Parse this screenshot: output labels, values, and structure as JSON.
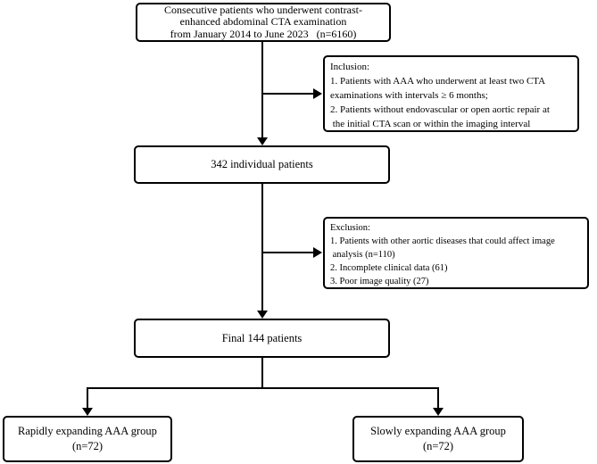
{
  "figure": {
    "type": "patient-flowchart",
    "background_color": "#ffffff",
    "line_color": "#000000",
    "nodes": {
      "source": {
        "lines": [
          "Consecutive patients who underwent contrast-",
          "enhanced abdominal CTA examination",
          "from January 2014 to June 2023   (n=6160)"
        ],
        "n": 6160
      },
      "inclusion": {
        "lines": [
          "Inclusion:",
          "1. Patients with AAA who underwent at least two CTA",
          "examinations with intervals ≥ 6 months;",
          "2. Patients without endovascular or open aortic repair at",
          " the initial CTA scan or within the imaging interval"
        ]
      },
      "individual": {
        "lines": [
          "342 individual patients"
        ],
        "n": 342
      },
      "exclusion": {
        "lines": [
          "Exclusion:",
          "1. Patients with other aortic diseases that could affect image",
          " analysis (n=110)",
          "2. Incomplete clinical data (61)",
          "3. Poor image quality (27)"
        ]
      },
      "final": {
        "lines": [
          "Final 144 patients"
        ],
        "n": 144
      },
      "rapid_group": {
        "lines": [
          "Rapidly expanding AAA group",
          "(n=72)"
        ],
        "n": 72
      },
      "slow_group": {
        "lines": [
          "Slowly expanding AAA group",
          "(n=72)"
        ],
        "n": 72
      }
    }
  }
}
